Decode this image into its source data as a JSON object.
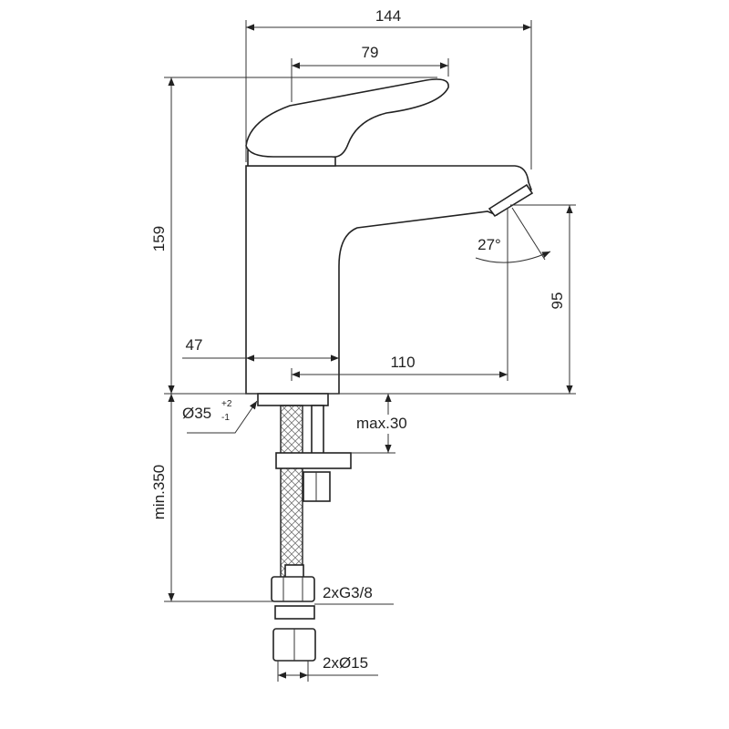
{
  "dimensions": {
    "overall_width": "144",
    "handle_length": "79",
    "overall_height": "159",
    "spout_height": "95",
    "body_width": "47",
    "spout_reach": "110",
    "spout_angle": "27°",
    "hole_diameter": "Ø35",
    "hole_tol_plus": "+2",
    "hole_tol_minus": "-1",
    "max_deck_thickness": "max.30",
    "min_hose_length": "min.350",
    "connection_thread": "2xG3/8",
    "connection_diameter": "2xØ15"
  },
  "colors": {
    "line": "#222222",
    "background": "#ffffff"
  }
}
